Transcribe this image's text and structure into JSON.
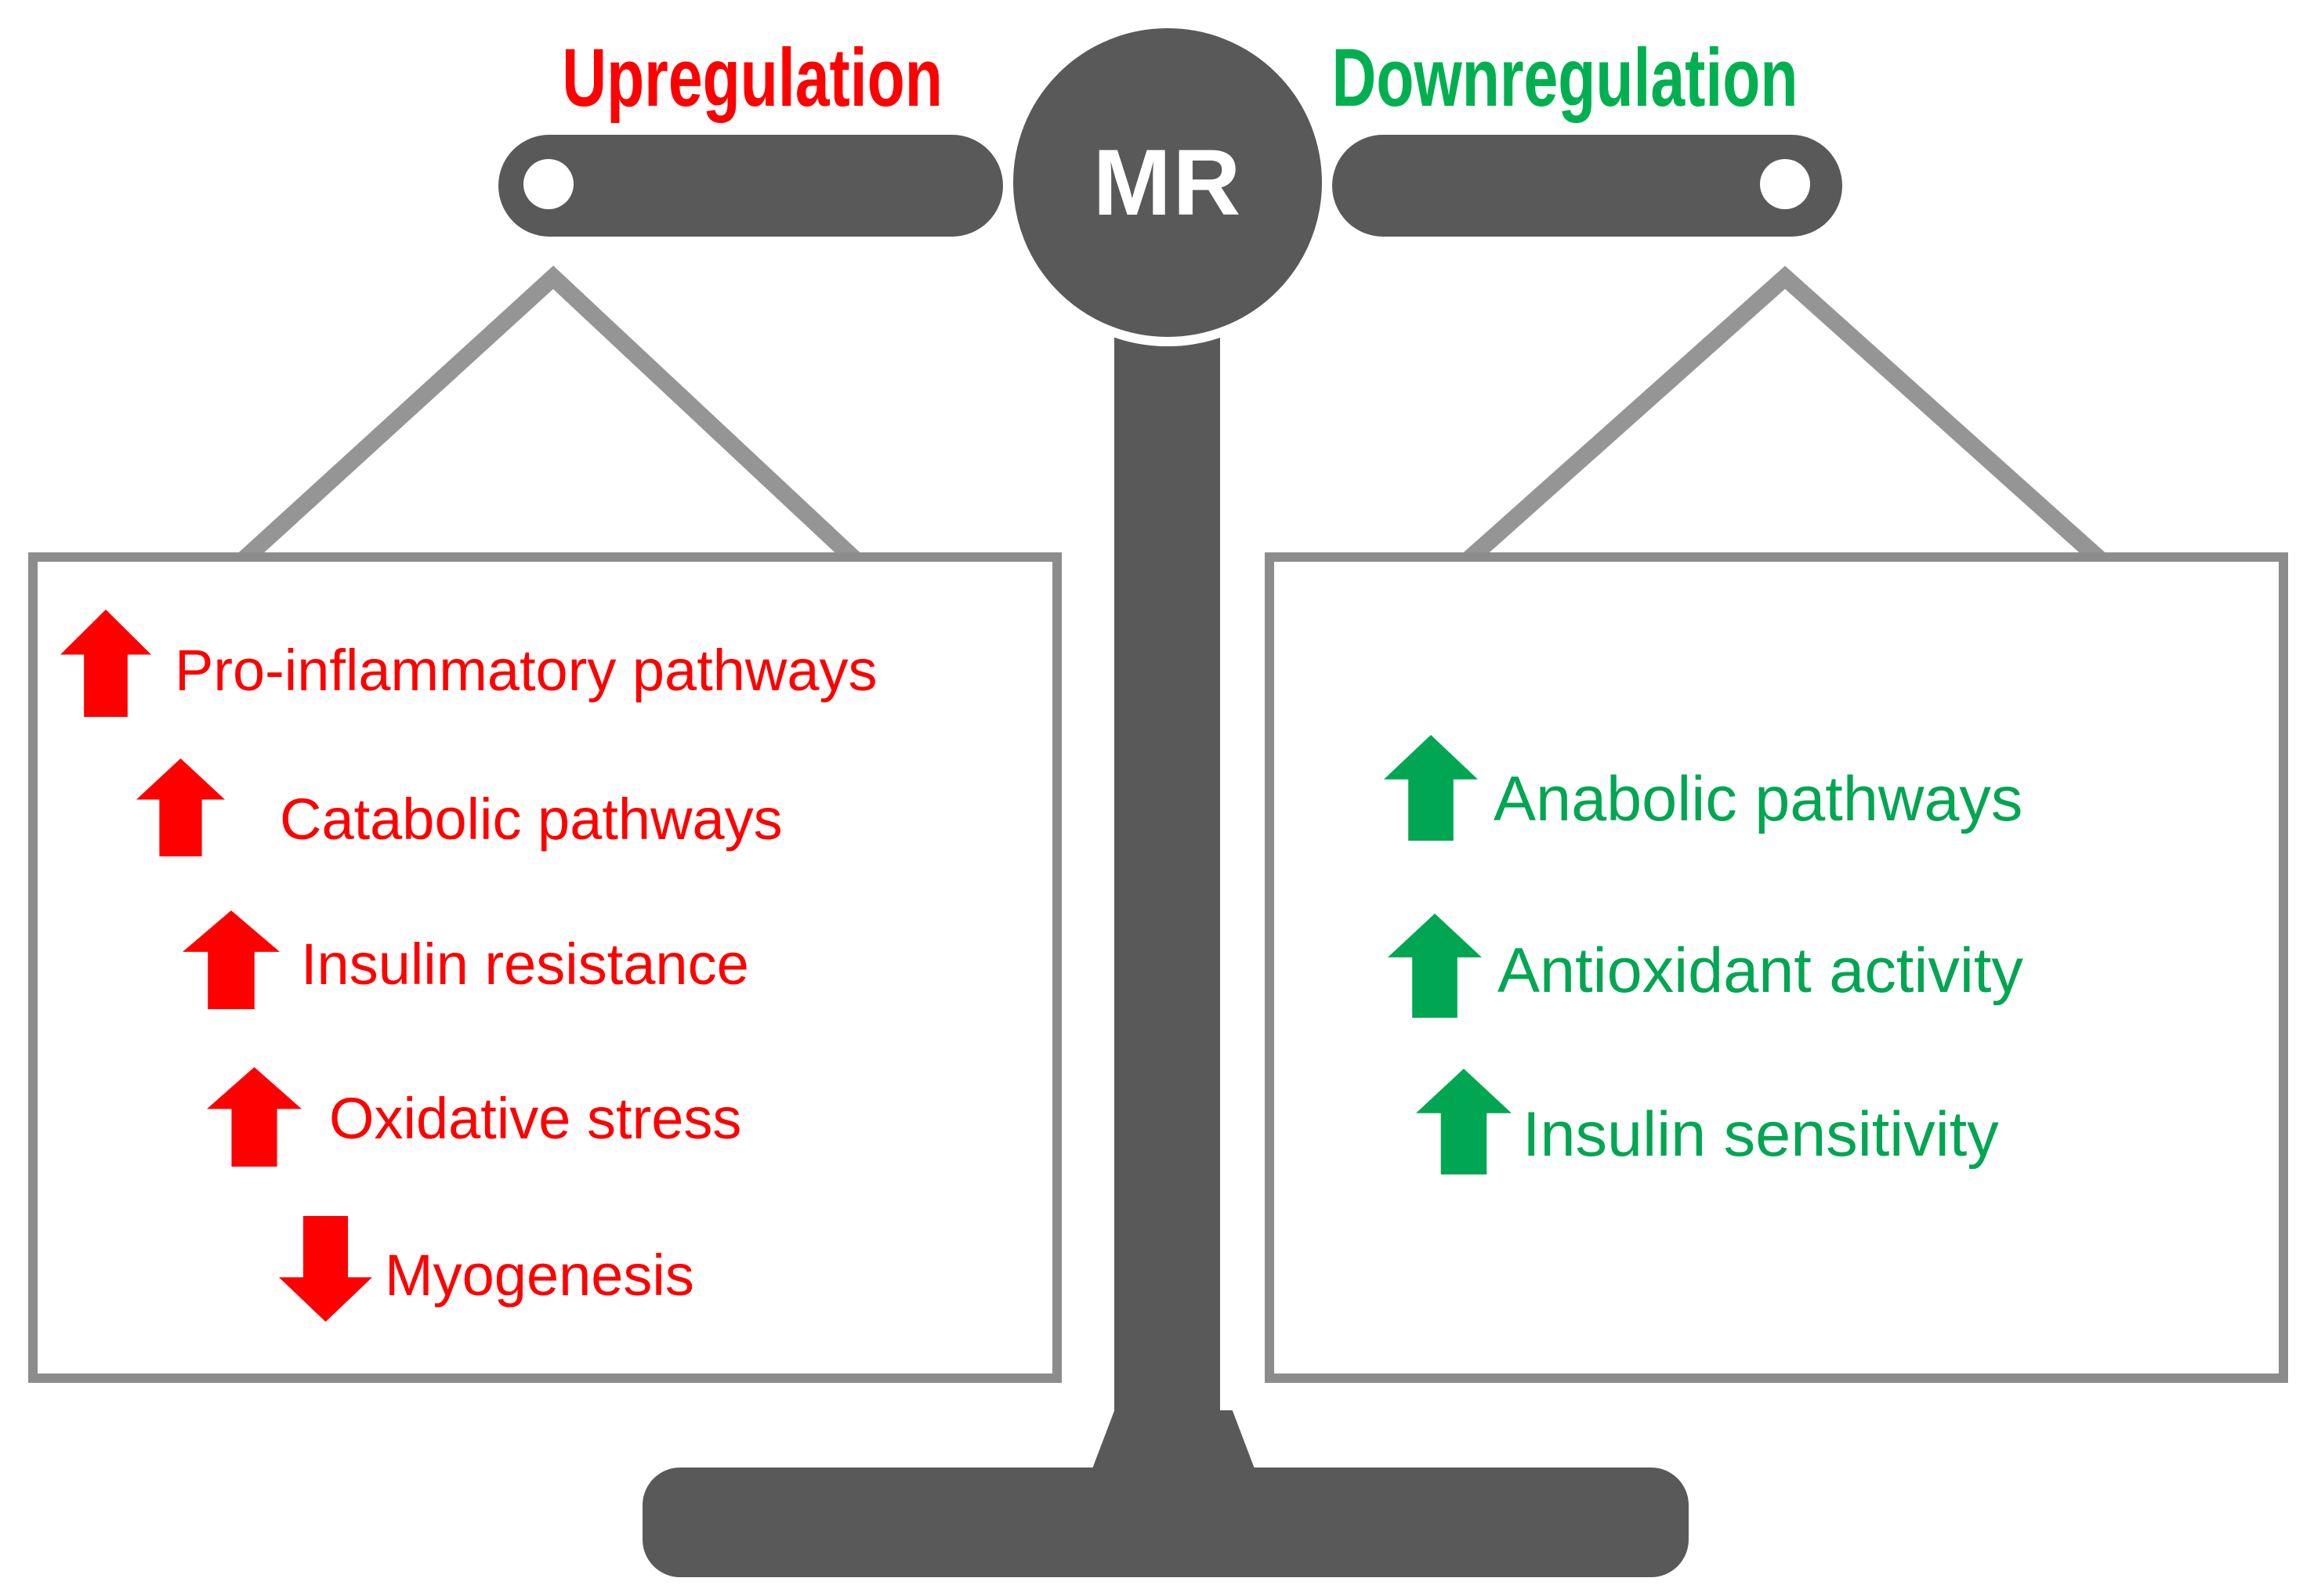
{
  "scale": {
    "center_label": "MR",
    "left_title": {
      "text": "Upregulation",
      "color": "#FF0000"
    },
    "right_title": {
      "text": "Downregulation",
      "color": "#00B050"
    }
  },
  "left_panel": {
    "heading_side": "upregulation",
    "item_color": "#FF0000",
    "items": [
      {
        "label": "Pro-inflammatory pathways",
        "direction": "up"
      },
      {
        "label": "Catabolic pathways",
        "direction": "up"
      },
      {
        "label": "Insulin resistance",
        "direction": "up"
      },
      {
        "label": "Oxidative stress",
        "direction": "up"
      },
      {
        "label": "Myogenesis",
        "direction": "down"
      }
    ]
  },
  "right_panel": {
    "heading_side": "downregulation",
    "item_color": "#00A651",
    "items": [
      {
        "label": "Anabolic pathways",
        "direction": "up"
      },
      {
        "label": "Antioxidant activity",
        "direction": "up"
      },
      {
        "label": "Insulin sensitivity",
        "direction": "up"
      }
    ]
  },
  "colors": {
    "dark": "#595959",
    "border": "#8C8C8C",
    "rope": "#959595",
    "red": "#FF0000",
    "green": "#00A651",
    "green-title": "#00B050"
  }
}
